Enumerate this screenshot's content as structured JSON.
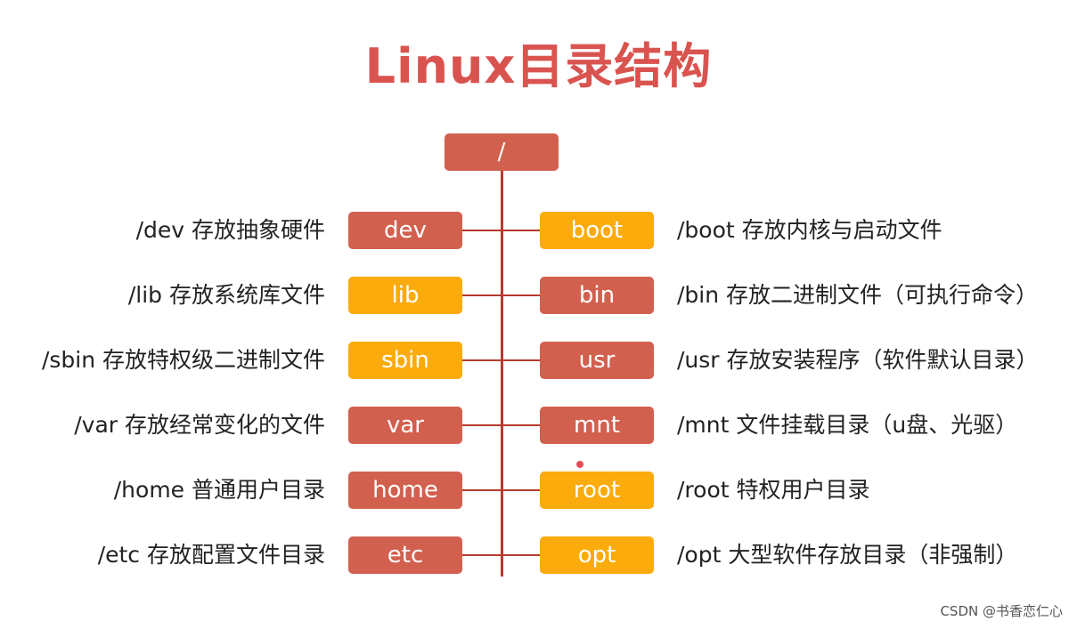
{
  "title": "Linux目录结构",
  "root": {
    "label": "/"
  },
  "colors": {
    "red": "#d2604f",
    "yellow": "#fbab0c",
    "title": "#d9534f",
    "line": "#b73a2e"
  },
  "left": [
    {
      "label": "dev",
      "color": "red",
      "desc": "/dev 存放抽象硬件"
    },
    {
      "label": "lib",
      "color": "yellow",
      "desc": "/lib 存放系统库文件"
    },
    {
      "label": "sbin",
      "color": "yellow",
      "desc": "/sbin 存放特权级二进制文件"
    },
    {
      "label": "var",
      "color": "red",
      "desc": "/var 存放经常变化的文件"
    },
    {
      "label": "home",
      "color": "red",
      "desc": "/home 普通用户目录"
    },
    {
      "label": "etc",
      "color": "red",
      "desc": "/etc 存放配置文件目录"
    }
  ],
  "right": [
    {
      "label": "boot",
      "color": "yellow",
      "desc": "/boot 存放内核与启动文件"
    },
    {
      "label": "bin",
      "color": "red",
      "desc": "/bin 存放二进制文件（可执行命令）"
    },
    {
      "label": "usr",
      "color": "red",
      "desc": "/usr 存放安装程序（软件默认目录）"
    },
    {
      "label": "mnt",
      "color": "red",
      "desc": "/mnt 文件挂载目录（u盘、光驱）"
    },
    {
      "label": "root",
      "color": "yellow",
      "desc": "/root 特权用户目录"
    },
    {
      "label": "opt",
      "color": "yellow",
      "desc": "/opt 大型软件存放目录（非强制）"
    }
  ],
  "watermark": "CSDN @书香恋仁心"
}
